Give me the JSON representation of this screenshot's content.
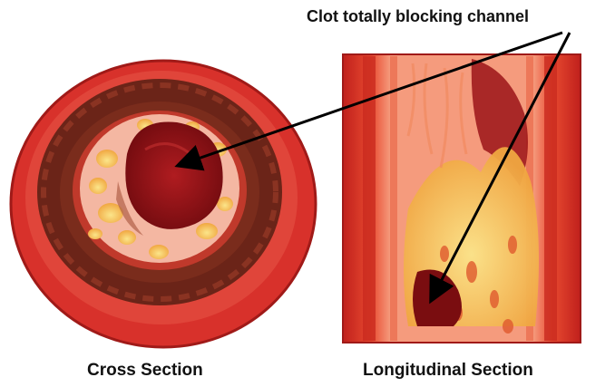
{
  "diagram": {
    "callout_label": "Clot totally blocking channel",
    "captions": {
      "cross_section": "Cross Section",
      "longitudinal_section": "Longitudinal Section"
    }
  },
  "colors": {
    "outer_wall": "#d8312b",
    "muscle_layer": "#6b2418",
    "intima": "#f4b7a2",
    "clot": "#8b0f14",
    "plaque": "#f5d46a",
    "arrow": "#000000"
  }
}
